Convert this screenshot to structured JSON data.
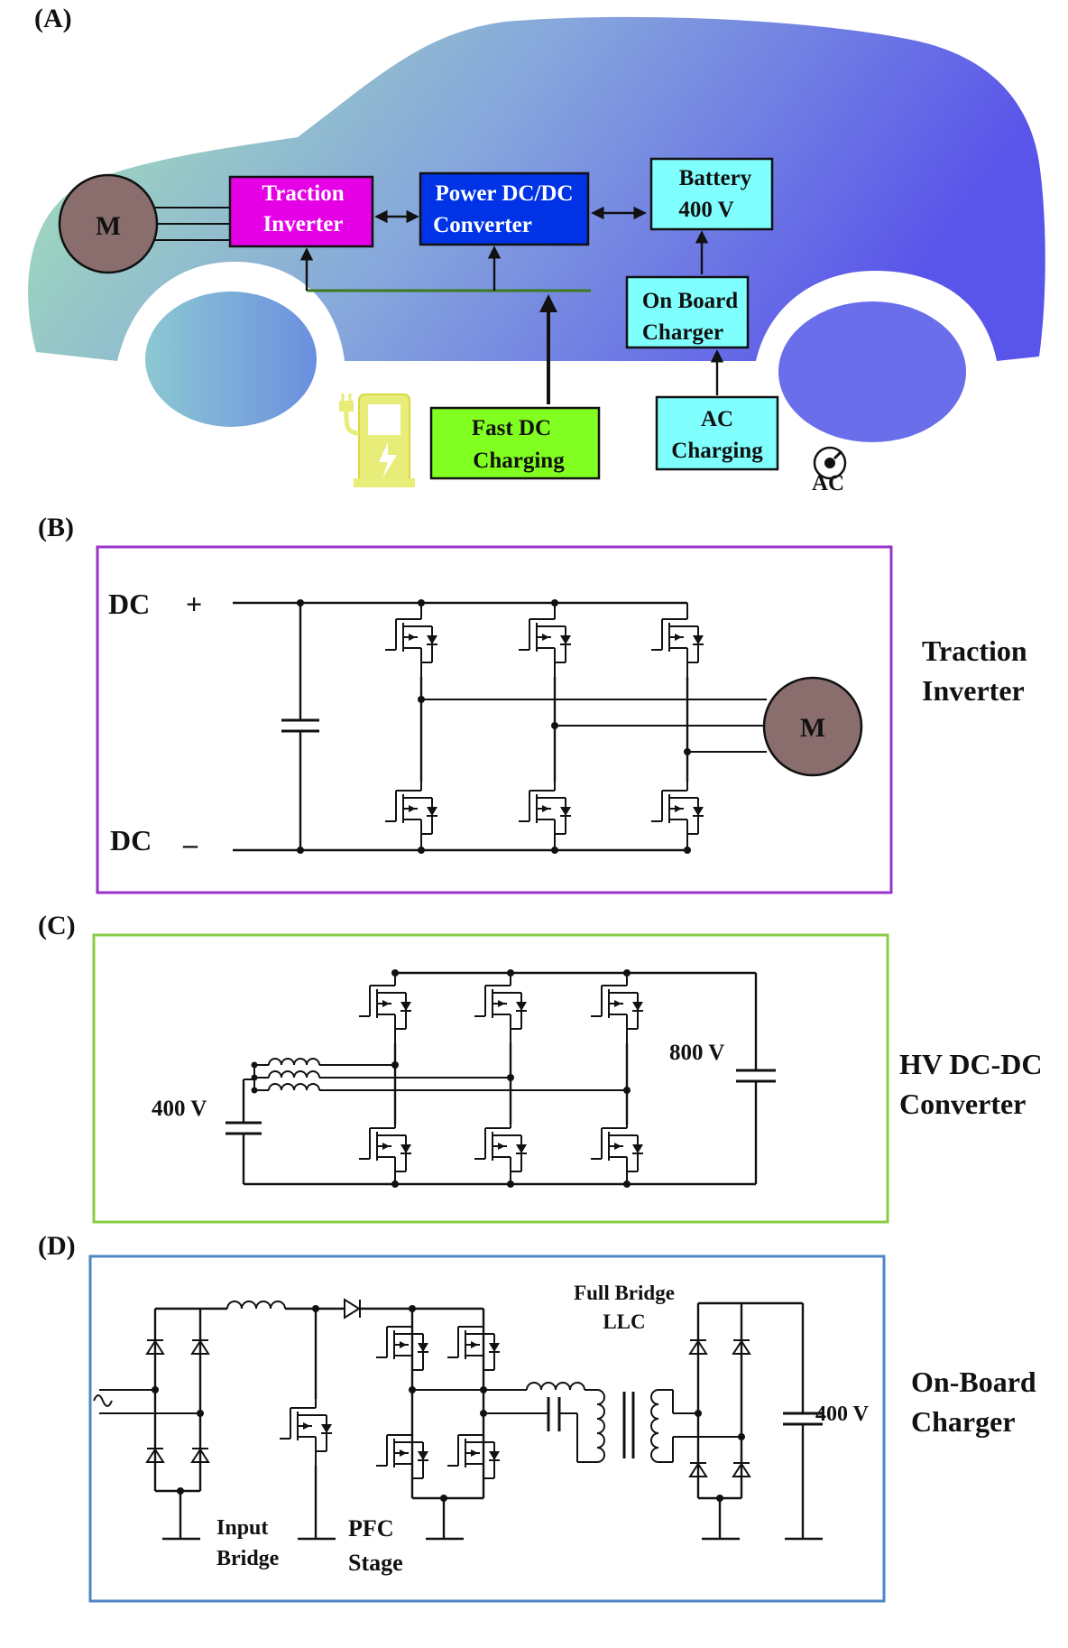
{
  "panels": {
    "a": {
      "label": "(A)",
      "motor": "M",
      "traction_inverter": [
        "Traction",
        "Inverter"
      ],
      "power_dcdc": [
        "Power DC/DC",
        "Converter"
      ],
      "battery": [
        "Battery",
        "400 V"
      ],
      "on_board_charger": [
        "On Board",
        "Charger"
      ],
      "fast_dc": [
        "Fast DC",
        "Charging"
      ],
      "ac_charging": [
        "AC",
        "Charging"
      ],
      "ac_plug": "AC"
    },
    "b": {
      "label": "(B)",
      "dc_plus": "DC",
      "plus": "+",
      "dc_minus": "DC",
      "minus": "–",
      "motor": "M",
      "title": [
        "Traction",
        "Inverter"
      ]
    },
    "c": {
      "label": "(C)",
      "v_in": "400 V",
      "v_out": "800 V",
      "title": [
        "HV DC-DC",
        "Converter"
      ]
    },
    "d": {
      "label": "(D)",
      "llc": [
        "Full Bridge",
        "LLC"
      ],
      "input_bridge": [
        "Input",
        "Bridge"
      ],
      "pfc": [
        "PFC",
        "Stage"
      ],
      "v_out": "400 V",
      "title": [
        "On-Board",
        "Charger"
      ]
    }
  },
  "colors": {
    "traction_inverter": "#e600e6",
    "power_dcdc": "#0033e6",
    "battery": "#80ffff",
    "fast_dc": "#80ff20",
    "motor": "#8a6e6e",
    "panel_b_border": "#9933cc",
    "panel_c_border": "#88cc44",
    "panel_d_border": "#4f86c6"
  }
}
